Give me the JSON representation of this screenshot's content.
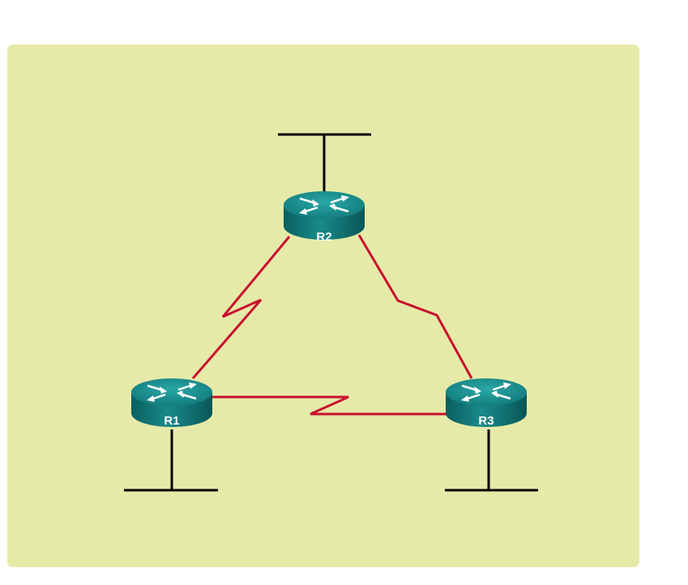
{
  "diagram": {
    "routers": [
      {
        "id": "R2",
        "label": "R2"
      },
      {
        "id": "R1",
        "label": "R1"
      },
      {
        "id": "R3",
        "label": "R3"
      }
    ],
    "links": [
      {
        "from": "R2",
        "to": "R1",
        "type": "serial"
      },
      {
        "from": "R2",
        "to": "R3",
        "type": "serial"
      },
      {
        "from": "R1",
        "to": "R3",
        "type": "serial"
      }
    ],
    "lans": [
      "R2",
      "R1",
      "R3"
    ],
    "colors": {
      "background": "#e6eaa8",
      "serial": "#c8102e",
      "router_top": "#1a9494",
      "router_body": "#0d6b6b",
      "lan": "#000000"
    }
  }
}
